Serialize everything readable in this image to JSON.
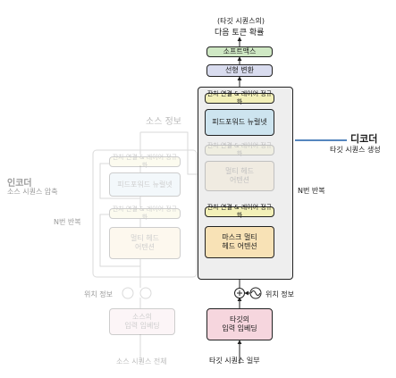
{
  "output": {
    "caption_line1": "(타깃 시퀀스의)",
    "caption_line2": "다음 토큰 확률"
  },
  "decoder": {
    "softmax": "소프트맥스",
    "linear": "선형 변환",
    "addnorm_top": "잔차 연결 & 레이어 정규화",
    "feedforward": "피드포워드 뉴럴넷",
    "addnorm_mid": "잔차 연결 & 레이어 정규화",
    "cross_attention_line1": "멀티 헤드",
    "cross_attention_line2": "어텐션",
    "addnorm_bottom": "잔차 연결 & 레이어 정규화",
    "masked_attention_line1": "마스크 멀티",
    "masked_attention_line2": "헤드 어텐션",
    "repeat_label": "N번 반복",
    "title": "디코더",
    "subtitle": "타깃 시퀀스 생성",
    "positional_label": "위치 정보",
    "embedding_line1": "타깃의",
    "embedding_line2": "입력 임베딩",
    "input_label": "타깃 시퀀스 일부"
  },
  "encoder": {
    "source_info": "소스 정보",
    "title": "인코더",
    "subtitle": "소스 시퀀스 압축",
    "addnorm_top": "잔차 연결 & 레이어 정규화",
    "feedforward": "피드포워드 뉴럴넷",
    "addnorm_bottom": "잔차 연결 & 레이어 정규화",
    "attention_line1": "멀티 헤드",
    "attention_line2": "어텐션",
    "repeat_label": "N번 반복",
    "positional_label": "위치 정보",
    "embedding_line1": "소스의",
    "embedding_line2": "입력 임베딩",
    "input_label": "소스 시퀀스 전체"
  },
  "colors": {
    "softmax": "#cfe8c4",
    "linear": "#d9dcef",
    "addnorm": "#f3f0b8",
    "feedforward": "#cde4ef",
    "attention": "#f8e2b6",
    "embedding": "#f6d6de",
    "panel": "#eeeeee",
    "accent_line": "#1d5fa8"
  }
}
